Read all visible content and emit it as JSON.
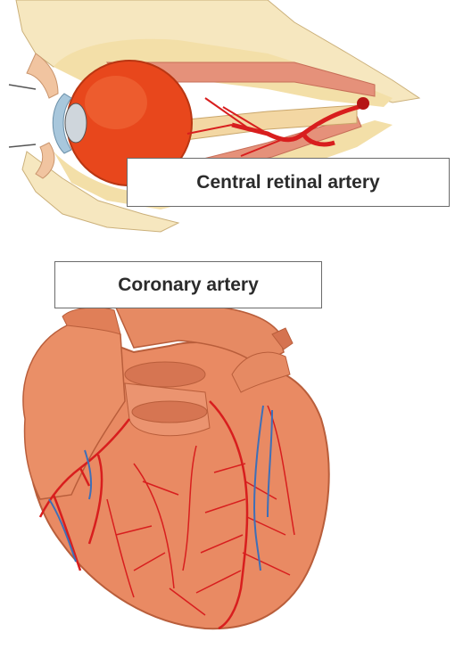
{
  "labels": {
    "central_retinal_artery": "Central retinal artery",
    "coronary_artery": "Coronary artery"
  },
  "illustrations": {
    "eye": "eye-cross-section-illustration",
    "heart": "heart-illustration"
  },
  "colors": {
    "artery": "#d81e1e",
    "vein": "#3d6fb8",
    "heart_tissue": "#e98a63",
    "eyeball": "#e8471c",
    "orbital_fat": "#f3dfa8",
    "label_border": "#6b6b6b"
  }
}
